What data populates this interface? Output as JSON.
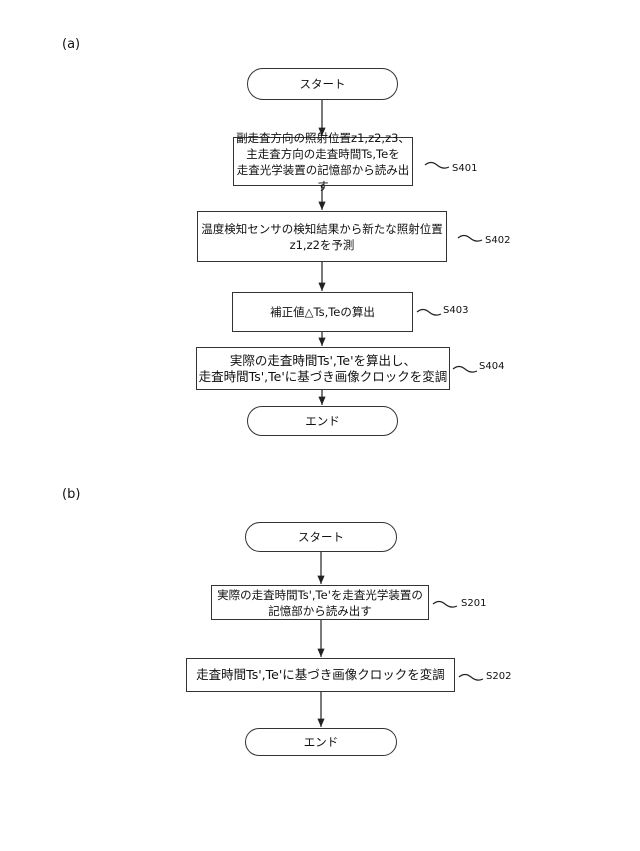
{
  "panel_a": {
    "label": "(a)",
    "start": "スタート",
    "steps": [
      {
        "id": "S401",
        "text": "副走査方向の照射位置z1,z2,z3、\n主走査方向の走査時間Ts,Teを\n走査光学装置の記憶部から読み出す"
      },
      {
        "id": "S402",
        "text": "温度検知センサの検知結果から新たな照射位置\nz1,z2を予測"
      },
      {
        "id": "S403",
        "text": "補正値△Ts,Teの算出"
      },
      {
        "id": "S404",
        "text": "実際の走査時間Ts',Te'を算出し、\n走査時間Ts',Te'に基づき画像クロックを変調"
      }
    ],
    "end": "エンド"
  },
  "panel_b": {
    "label": "(b)",
    "start": "スタート",
    "steps": [
      {
        "id": "S201",
        "text": "実際の走査時間Ts',Te'を走査光学装置の\n記憶部から読み出す"
      },
      {
        "id": "S202",
        "text": "走査時間Ts',Te'に基づき画像クロックを変調"
      }
    ],
    "end": "エンド"
  }
}
